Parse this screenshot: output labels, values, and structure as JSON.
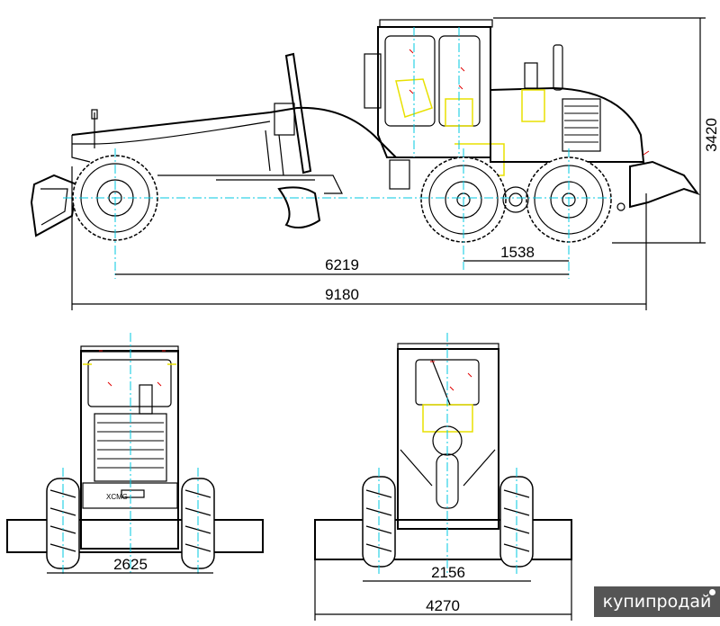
{
  "drawing": {
    "side_view": {
      "dimensions": {
        "wheelbase": "6219",
        "tandem": "1538",
        "overall_length": "9180",
        "height": "3420"
      }
    },
    "front_view": {
      "dimensions": {
        "track_width": "2625"
      },
      "logo": "XCMG"
    },
    "rear_view": {
      "dimensions": {
        "tread": "2156",
        "blade_width": "4270"
      }
    }
  },
  "watermark": {
    "text": "купипродай"
  },
  "colors": {
    "outline": "#000000",
    "centerline": "#00c8e0",
    "detail": "#e8e000",
    "marker": "#e00000"
  }
}
